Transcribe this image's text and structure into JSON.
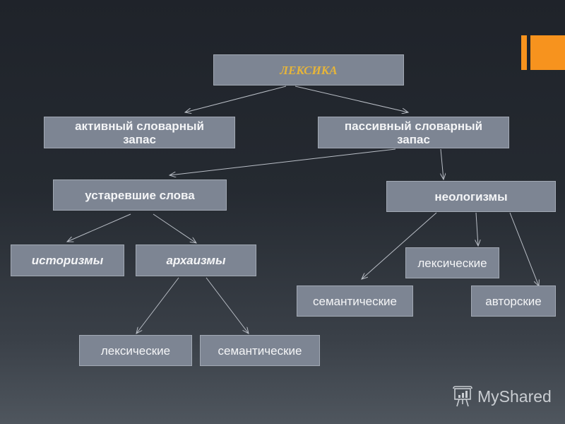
{
  "diagram": {
    "root": "ЛЕКСИКА",
    "level1": {
      "active": "активный словарный запас",
      "passive": "пассивный словарный запас"
    },
    "level2": {
      "obsolete": "устаревшие слова",
      "neologisms": "неологизмы"
    },
    "obsolete_children": {
      "historisms": "историзмы",
      "archaisms": "архаизмы"
    },
    "archaism_children": {
      "lexical": "лексические",
      "semantic": "семантические"
    },
    "neologism_children": {
      "lexical": "лексические",
      "semantic": "семантические",
      "authorial": "авторские"
    }
  },
  "colors": {
    "accent": "#f7931e",
    "box": "#7d8593",
    "title_text": "#e6b53a"
  },
  "watermark": {
    "text": "MyShared"
  }
}
